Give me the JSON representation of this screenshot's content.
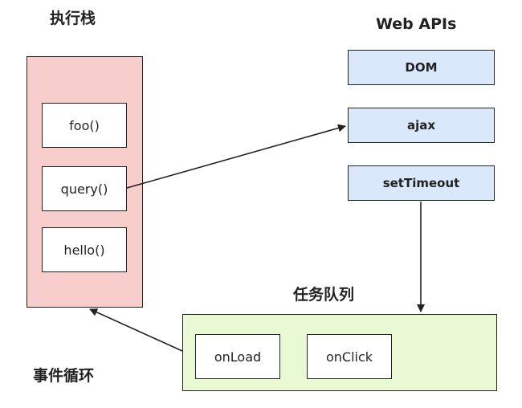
{
  "call_stack": {
    "title": "执行栈",
    "frames": [
      "foo()",
      "query()",
      "hello()"
    ]
  },
  "web_apis": {
    "title": "Web APIs",
    "items": [
      "DOM",
      "ajax",
      "setTimeout"
    ]
  },
  "task_queue": {
    "title": "任务队列",
    "items": [
      "onLoad",
      "onClick"
    ]
  },
  "event_loop": {
    "label": "事件循环"
  },
  "colors": {
    "stack_fill": "#f8cecc",
    "api_fill": "#dae8fc",
    "queue_fill": "#e8f9d4",
    "stroke": "#222222"
  }
}
